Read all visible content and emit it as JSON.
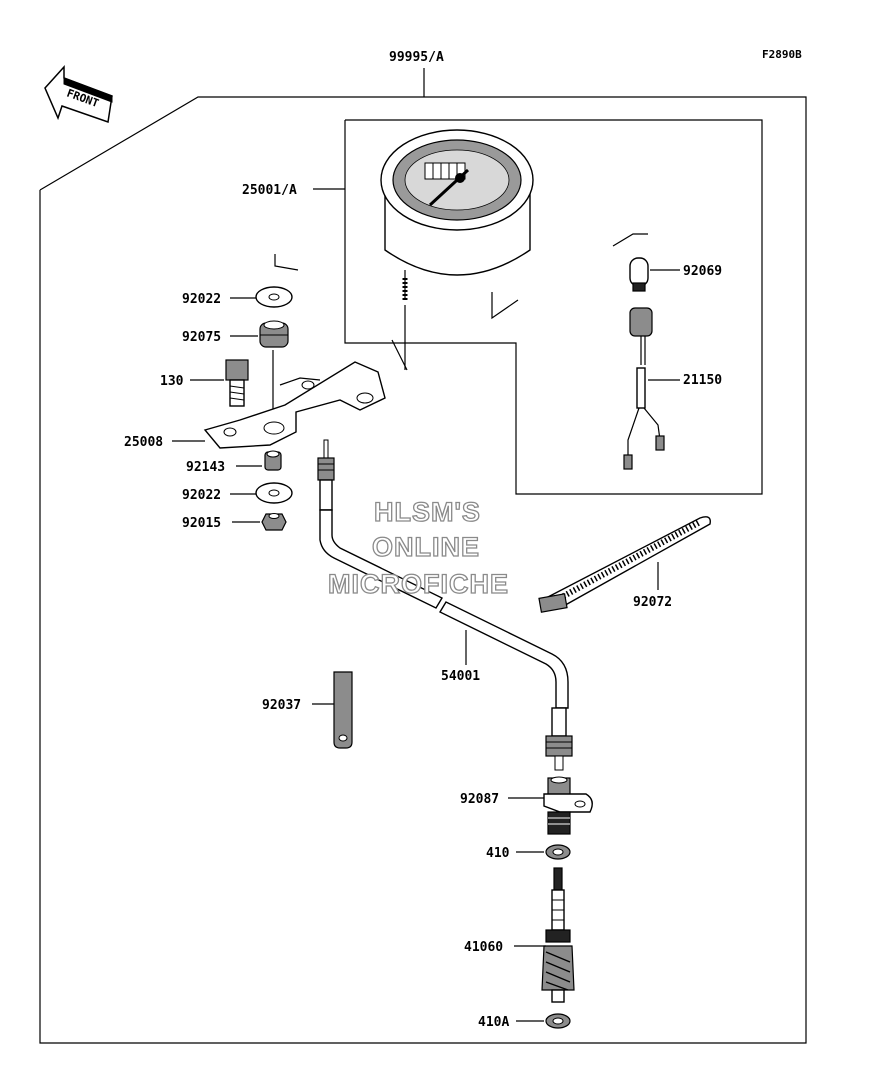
{
  "header": {
    "assembly_ref": "99995/A",
    "figure_code": "F2890B",
    "front_arrow": "FRONT"
  },
  "parts": {
    "meter_assy": "25001/A",
    "bulb": "92069",
    "socket_harness": "21150",
    "washer_top": "92022",
    "grommet": "92075",
    "bolt": "130",
    "bracket": "25008",
    "collar": "92143",
    "washer_bottom": "92022",
    "nut": "92015",
    "band": "92072",
    "cable": "54001",
    "clamp": "92037",
    "housing": "92087",
    "seal": "410",
    "gear": "41060",
    "washer_small": "410A"
  },
  "watermark": {
    "line1": "HLSM'S",
    "line2": "ONLINE",
    "line3": "MICROFICHE"
  }
}
